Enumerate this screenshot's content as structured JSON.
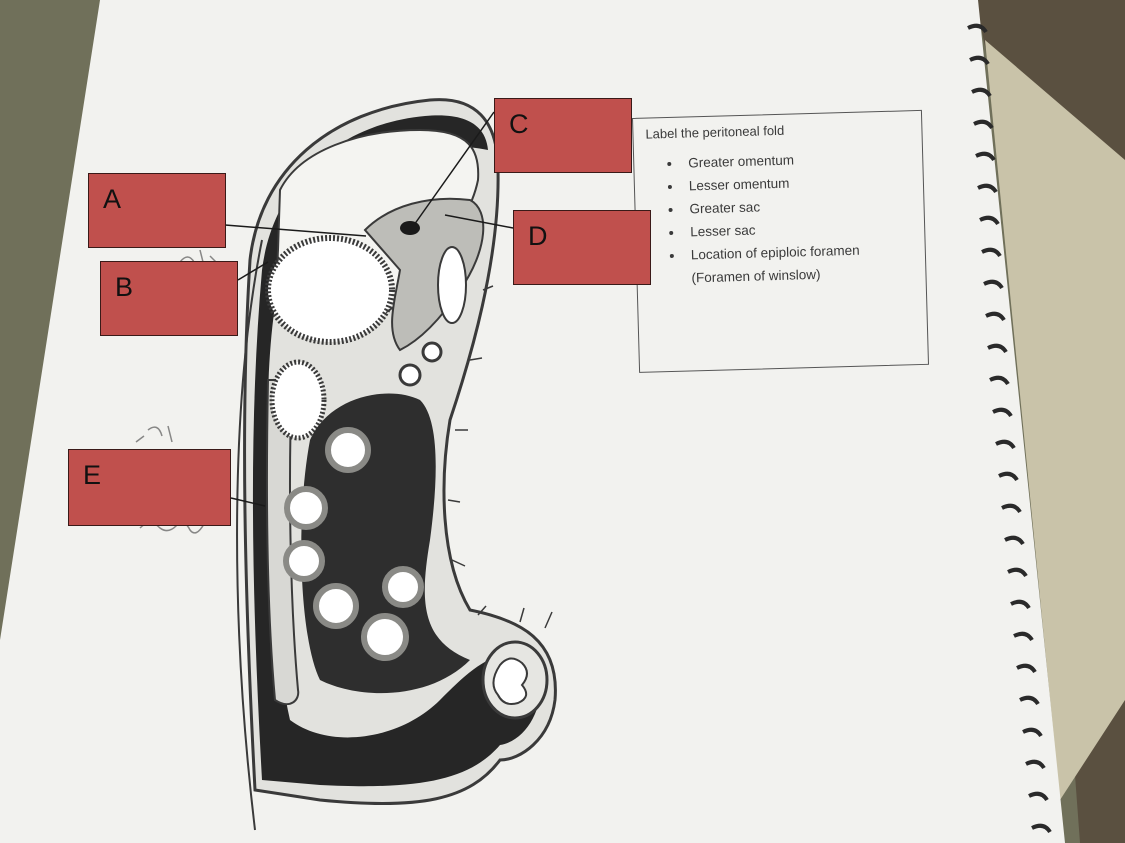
{
  "labels": {
    "a": "A",
    "b": "B",
    "c": "C",
    "d": "D",
    "e": "E"
  },
  "legend": {
    "title": "Label the peritoneal fold",
    "items": [
      "Greater omentum",
      "Lesser omentum",
      "Greater sac",
      "Lesser sac",
      "Location of epiploic foramen (Foramen of winslow)"
    ]
  },
  "colors": {
    "label_box": "#c0504d",
    "paper": "#f2f2ef",
    "ink": "#262626",
    "wall": "#c8c8c4"
  }
}
